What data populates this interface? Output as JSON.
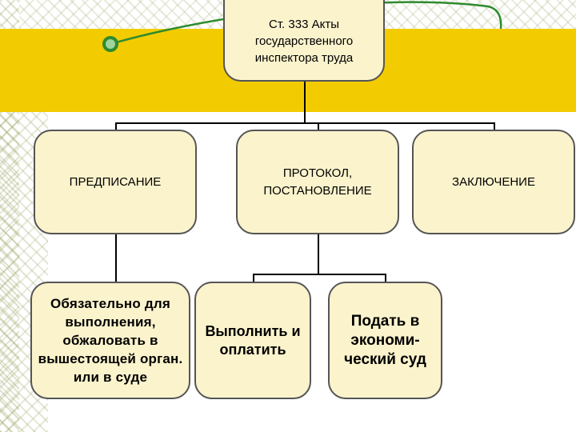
{
  "colors": {
    "band": "#f2cc00",
    "box_fill": "#fbf3cc",
    "box_border": "#555555",
    "accent_green": "#2e8b2e"
  },
  "top": {
    "text": "Ст. 333 Акты государственного инспектора труда"
  },
  "middle": [
    {
      "text": "ПРЕДПИСАНИЕ"
    },
    {
      "text": "ПРОТОКОЛ, ПОСТАНОВЛЕНИЕ"
    },
    {
      "text": "ЗАКЛЮЧЕНИЕ"
    }
  ],
  "bottom": [
    {
      "text": "Обязательно для выполнения, обжаловать в вышестоящей орган. или в суде"
    },
    {
      "text": "Выполнить и оплатить"
    },
    {
      "text": "Подать в экономи-ческий суд"
    }
  ]
}
